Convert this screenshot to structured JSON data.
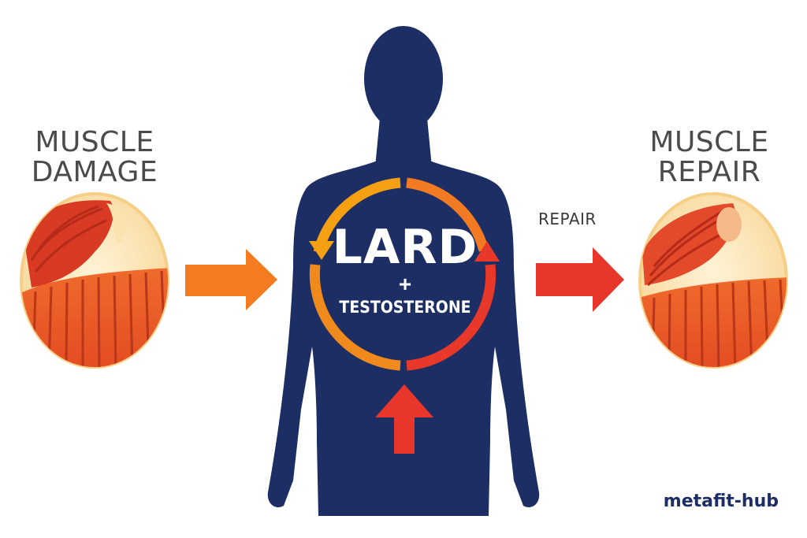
{
  "left_panel": {
    "title_line1": "MUSCLE",
    "title_line2": "DAMAGE"
  },
  "right_panel": {
    "title_line1": "MUSCLE",
    "title_line2": "REPAIR"
  },
  "arrow_label": "REPAIR",
  "center": {
    "line1": "LARD",
    "line2": "+",
    "line3": "TESTOSTERONE"
  },
  "brand": "metafit-hub",
  "colors": {
    "body": "#1c2e63",
    "cycle_orange": "#f5a012",
    "cycle_red": "#e8382a",
    "arrow_orange": "#f47b20",
    "arrow_red": "#e8362a",
    "muscle_fiber": "#e8582a",
    "muscle_light": "#fbe3b0"
  },
  "icons": [
    "human-silhouette-icon",
    "muscle-cross-section-icon",
    "arrow-right-icon",
    "arrow-up-icon",
    "cycle-arrows-icon"
  ]
}
